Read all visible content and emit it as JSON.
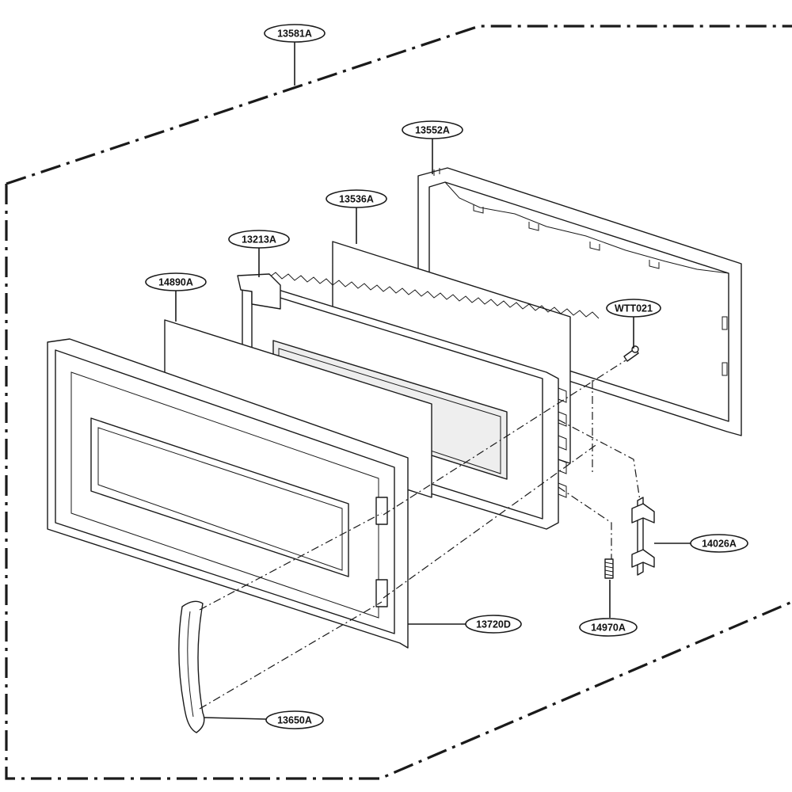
{
  "diagram": {
    "labels": {
      "assembly": "13581A",
      "choke_cover": "13552A",
      "glass_panel": "13536A",
      "door_frame": "13213A",
      "screen_panel": "14890A",
      "screw": "WTT021",
      "latch_hook": "14026A",
      "door_front": "13720D",
      "spring": "14970A",
      "handle": "13650A"
    }
  }
}
